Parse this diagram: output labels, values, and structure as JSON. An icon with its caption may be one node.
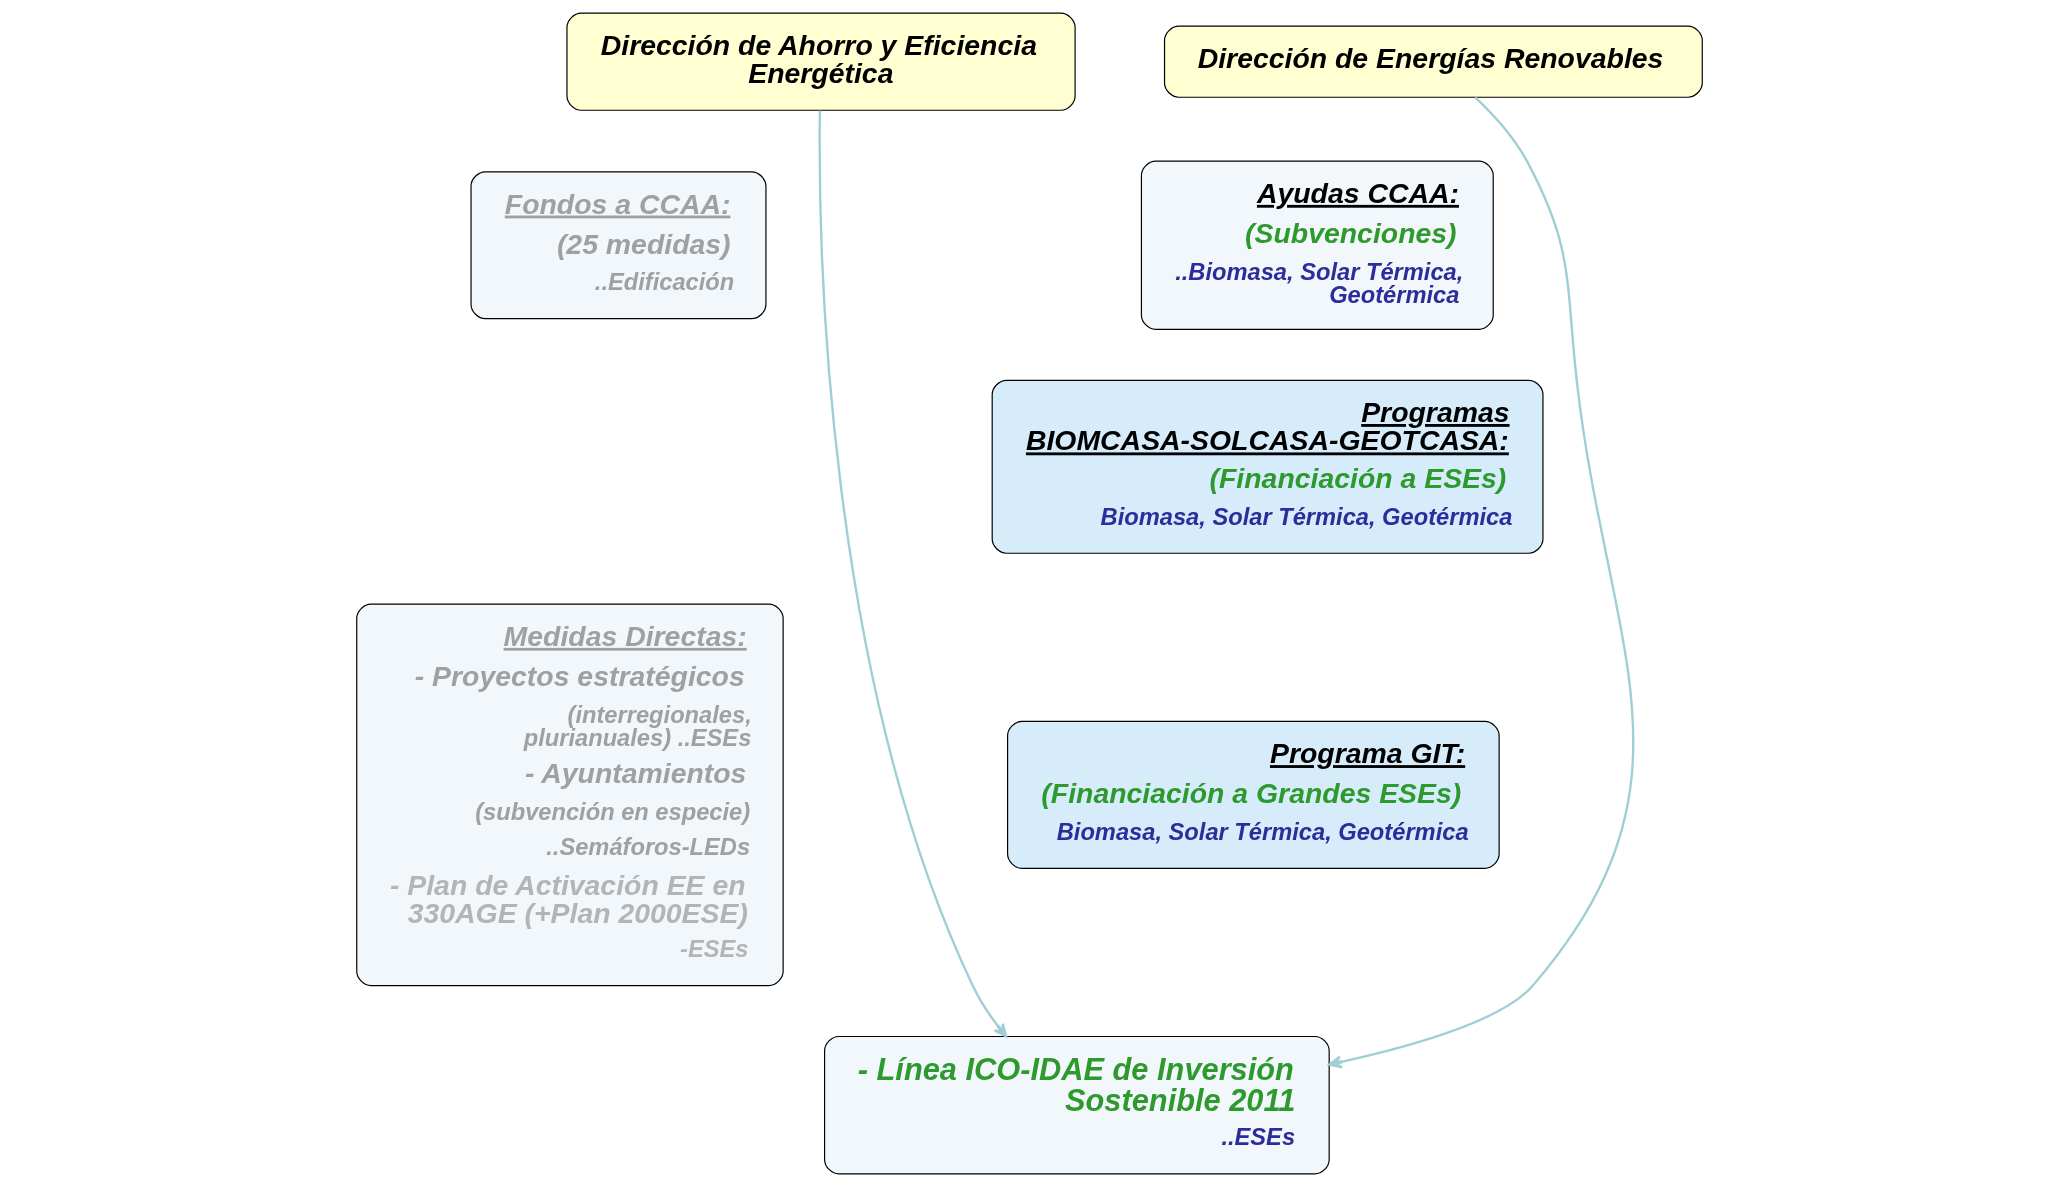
{
  "diagram": {
    "nodes": [
      {
        "text": [
          "Dirección de Ahorro y Eficiencia Energética"
        ]
      },
      {
        "text": [
          "Dirección de Energías Renovables"
        ]
      },
      {
        "text": [
          "Fondos a CCAA:",
          "(25 medidas)",
          "..Edificación"
        ]
      },
      {
        "text": [
          "Medidas Directas:",
          "- Proyectos estratégicos",
          "(interregionales, plurianuales) ..ESEs",
          "- Ayuntamientos",
          "(subvención en especie)",
          "..Semáforos-LEDs",
          "- Plan de Activación EE en 330AGE (+Plan 2000ESE)",
          "-ESEs"
        ]
      },
      {
        "text": [
          "Ayudas CCAA:",
          "(Subvenciones)",
          "..Biomasa, Solar Térmica, Geotérmica"
        ]
      },
      {
        "text": [
          "Programas BIOMCASA-SOLCASA-GEOTCASA:",
          "(Financiación a ESEs)",
          "Biomasa, Solar Térmica, Geotérmica"
        ]
      },
      {
        "text": [
          "Programa GIT:",
          "(Financiación a Grandes ESEs)",
          "Biomasa, Solar Térmica, Geotérmica"
        ]
      },
      {
        "text": [
          "- Línea ICO-IDAE de Inversión Sostenible 2011",
          "..ESEs"
        ]
      }
    ],
    "edges": [
      {
        "from": 0,
        "to": 7,
        "arrow": "to"
      },
      {
        "from": 1,
        "to": 7,
        "arrow": "to"
      }
    ]
  }
}
